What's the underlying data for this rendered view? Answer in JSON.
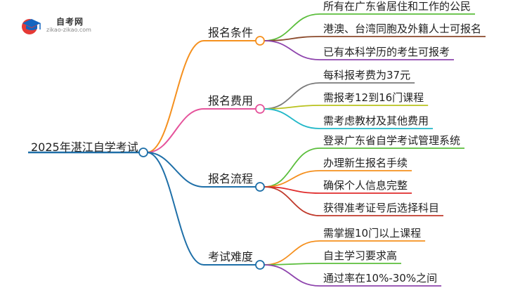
{
  "logo": {
    "name": "自考网",
    "url": "zikao-zikao.com"
  },
  "root": {
    "label": "2025年湛江自学考试"
  },
  "branches": [
    {
      "label": "报名条件",
      "color": "#F5901E",
      "leaves": [
        {
          "label": "所有在广东省居住和工作的公民",
          "color": "#5BBE3C"
        },
        {
          "label": "港澳、台湾同胞及外籍人士可报名",
          "color": "#8B4A2B"
        },
        {
          "label": "已有本科学历的考生可报考",
          "color": "#8E44AD"
        }
      ]
    },
    {
      "label": "报名费用",
      "color": "#E5539B",
      "leaves": [
        {
          "label": "每科报考费为37元",
          "color": "#7A7A7A"
        },
        {
          "label": "需报考12到16门课程",
          "color": "#B9C21E"
        },
        {
          "label": "需考虑教材及其他费用",
          "color": "#22B8C8"
        }
      ]
    },
    {
      "label": "报名流程",
      "color": "#1E6FA8",
      "leaves": [
        {
          "label": "登录广东省自学考试管理系统",
          "color": "#5BBE3C"
        },
        {
          "label": "办理新生报名手续",
          "color": "#F5901E"
        },
        {
          "label": "确保个人信息完整",
          "color": "#E02B2B"
        },
        {
          "label": "获得准考证号后选择科目",
          "color": "#C0392B"
        }
      ]
    },
    {
      "label": "考试难度",
      "color": "#1E6FA8",
      "leaves": [
        {
          "label": "需掌握10门以上课程",
          "color": "#F5901E"
        },
        {
          "label": "自主学习要求高",
          "color": "#5BBE3C"
        },
        {
          "label": "通过率在10%-30%之间",
          "color": "#8E44AD"
        }
      ]
    }
  ]
}
